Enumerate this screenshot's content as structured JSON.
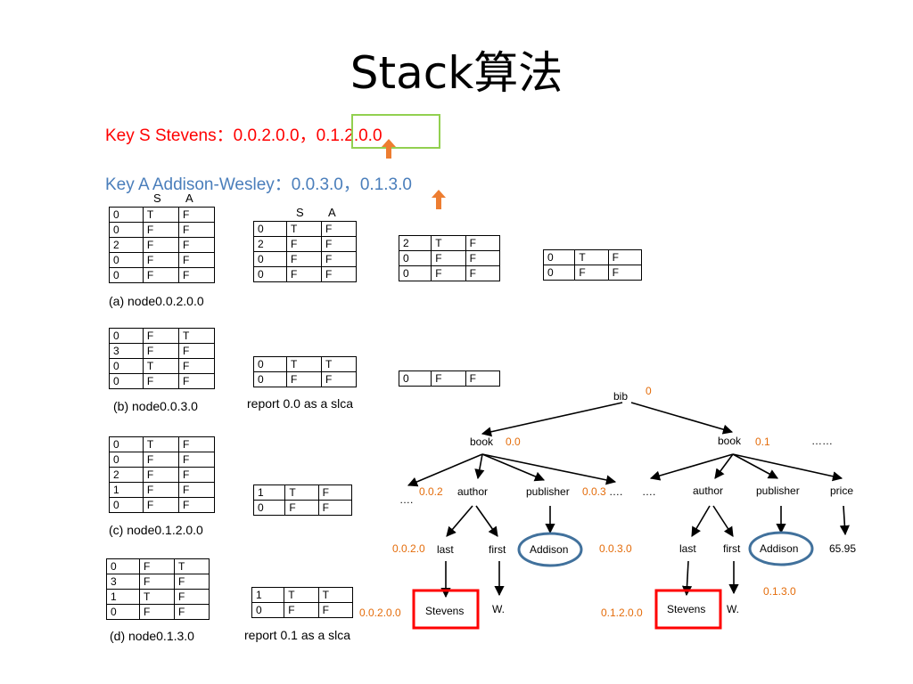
{
  "title": "Stack算法",
  "keys": {
    "s_prefix": "Key S Stevens：0.0.2.0.0，",
    "s_highlight": "0.1.2.0.0",
    "a_line": "Key A  Addison-Wesley：0.0.3.0，0.1.3.0"
  },
  "headers": {
    "s": "S",
    "a": "A"
  },
  "stacks": {
    "a0": [
      [
        "0",
        "T",
        "F"
      ],
      [
        "0",
        "F",
        "F"
      ],
      [
        "2",
        "F",
        "F"
      ],
      [
        "0",
        "F",
        "F"
      ],
      [
        "0",
        "F",
        "F"
      ]
    ],
    "a1": [
      [
        "0",
        "T",
        "F"
      ],
      [
        "2",
        "F",
        "F"
      ],
      [
        "0",
        "F",
        "F"
      ],
      [
        "0",
        "F",
        "F"
      ]
    ],
    "a2": [
      [
        "2",
        "T",
        "F"
      ],
      [
        "0",
        "F",
        "F"
      ],
      [
        "0",
        "F",
        "F"
      ]
    ],
    "a3": [
      [
        "0",
        "T",
        "F"
      ],
      [
        "0",
        "F",
        "F"
      ]
    ],
    "b0": [
      [
        "0",
        "F",
        "T"
      ],
      [
        "3",
        "F",
        "F"
      ],
      [
        "0",
        "T",
        "F"
      ],
      [
        "0",
        "F",
        "F"
      ]
    ],
    "b1": [
      [
        "0",
        "T",
        "T"
      ],
      [
        "0",
        "F",
        "F"
      ]
    ],
    "b2": [
      [
        "0",
        "F",
        "F"
      ]
    ],
    "c0": [
      [
        "0",
        "T",
        "F"
      ],
      [
        "0",
        "F",
        "F"
      ],
      [
        "2",
        "F",
        "F"
      ],
      [
        "1",
        "F",
        "F"
      ],
      [
        "0",
        "F",
        "F"
      ]
    ],
    "c1": [
      [
        "1",
        "T",
        "F"
      ],
      [
        "0",
        "F",
        "F"
      ]
    ],
    "d0": [
      [
        "0",
        "F",
        "T"
      ],
      [
        "3",
        "F",
        "F"
      ],
      [
        "1",
        "T",
        "F"
      ],
      [
        "0",
        "F",
        "F"
      ]
    ],
    "d1": [
      [
        "1",
        "T",
        "T"
      ],
      [
        "0",
        "F",
        "F"
      ]
    ]
  },
  "captions": {
    "a": "(a) node0.0.2.0.0",
    "b": "(b) node0.0.3.0",
    "c": "(c) node0.1.2.0.0",
    "d": "(d) node0.1.3.0",
    "report_b": "report 0.0 as a slca",
    "report_d": "report 0.1 as a slca"
  },
  "tree": {
    "bib": "bib",
    "bib_id": "0",
    "book1": "book",
    "book1_id": "0.0",
    "book2": "book",
    "book2_id": "0.1",
    "ellipsis_top": "……",
    "dots_left": "….",
    "id_002": "0.0.2",
    "author1": "author",
    "publisher1": "publisher",
    "id_003": "0.0.3",
    "dots_mid1": "….",
    "dots_mid2": "….",
    "author2": "author",
    "publisher2": "publisher",
    "price": "price",
    "id_0020": "0.0.2.0",
    "last1": "last",
    "first1": "first",
    "addison1": "Addison",
    "id_0030": "0.0.3.0",
    "last2": "last",
    "first2": "first",
    "addison2": "Addison",
    "price_val": "65.95",
    "id_0130": "0.1.3.0",
    "id_00200": "0.0.2.0.0",
    "stevens1": "Stevens",
    "w1": "W.",
    "id_01200": "0.1.2.0.0",
    "stevens2": "Stevens",
    "w2": "W."
  },
  "colors": {
    "red": "#ff0000",
    "blue_key": "#4a7ebb",
    "green_box": "#92d050",
    "orange": "#e46c0a",
    "arrow": "#ed7d31",
    "circle": "#41719c"
  }
}
